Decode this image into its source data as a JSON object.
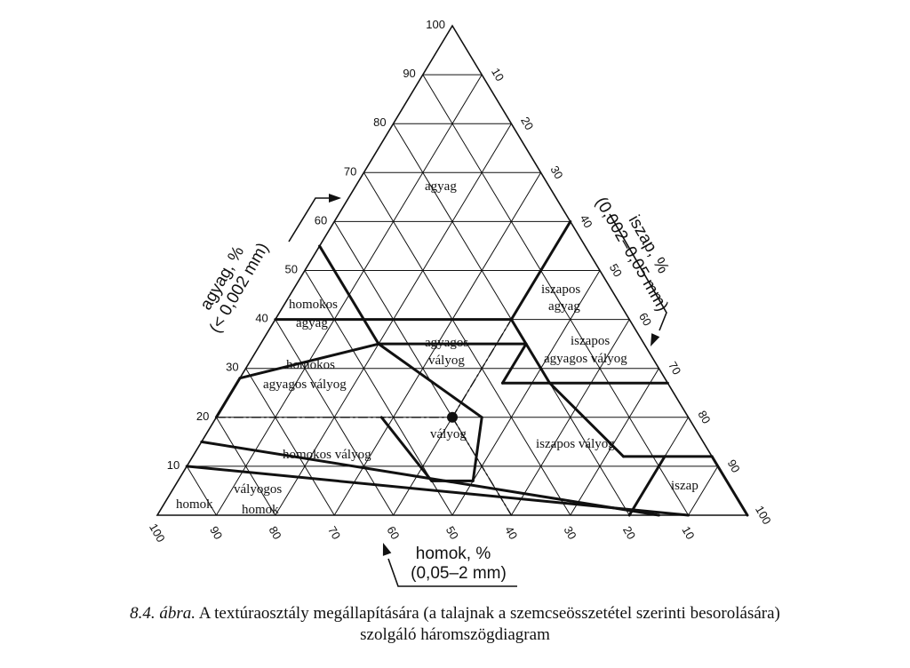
{
  "axes": {
    "clay": {
      "title_line1": "agyag, %",
      "title_line2": "(< 0,002 mm)",
      "ticks": [
        "10",
        "20",
        "30",
        "40",
        "50",
        "60",
        "70",
        "80",
        "90",
        "100"
      ]
    },
    "silt": {
      "title_line1": "iszap, %",
      "title_line2": "(0,002–0,05 mm)",
      "ticks": [
        "10",
        "20",
        "30",
        "40",
        "50",
        "60",
        "70",
        "80",
        "90",
        "100"
      ]
    },
    "sand": {
      "title_line1": "homok, %",
      "title_line2": "(0,05–2 mm)",
      "ticks": [
        "100",
        "90",
        "80",
        "70",
        "60",
        "50",
        "40",
        "30",
        "20",
        "10"
      ]
    }
  },
  "regions": {
    "agyag": "agyag",
    "iszapos_agyag_1": "iszapos",
    "iszapos_agyag_2": "agyag",
    "homokos_agyag_1": "homokos",
    "homokos_agyag_2": "agyag",
    "agyagos_valyog_1": "agyagos",
    "agyagos_valyog_2": "vályog",
    "iszapos_agyagos_valyog_1": "iszapos",
    "iszapos_agyagos_valyog_2": "agyagos vályog",
    "homokos_agyagos_valyog_1": "homokos",
    "homokos_agyagos_valyog_2": "agyagos vályog",
    "valyog": "vályog",
    "iszapos_valyog": "iszapos vályog",
    "homokos_valyog": "homokos vályog",
    "valyogos_homok_1": "vályogos",
    "valyogos_homok_2": "homok",
    "homok": "homok",
    "iszap": "iszap"
  },
  "sample_point": {
    "clay": 20,
    "silt": 40,
    "sand": 40
  },
  "caption": {
    "figure_label": "8.4. ábra.",
    "text_line1": "A textúraosztály megállapítására (a talajnak a szemcseösszetétel szerinti besorolására)",
    "text_line2": "szolgáló háromszögdiagram"
  }
}
